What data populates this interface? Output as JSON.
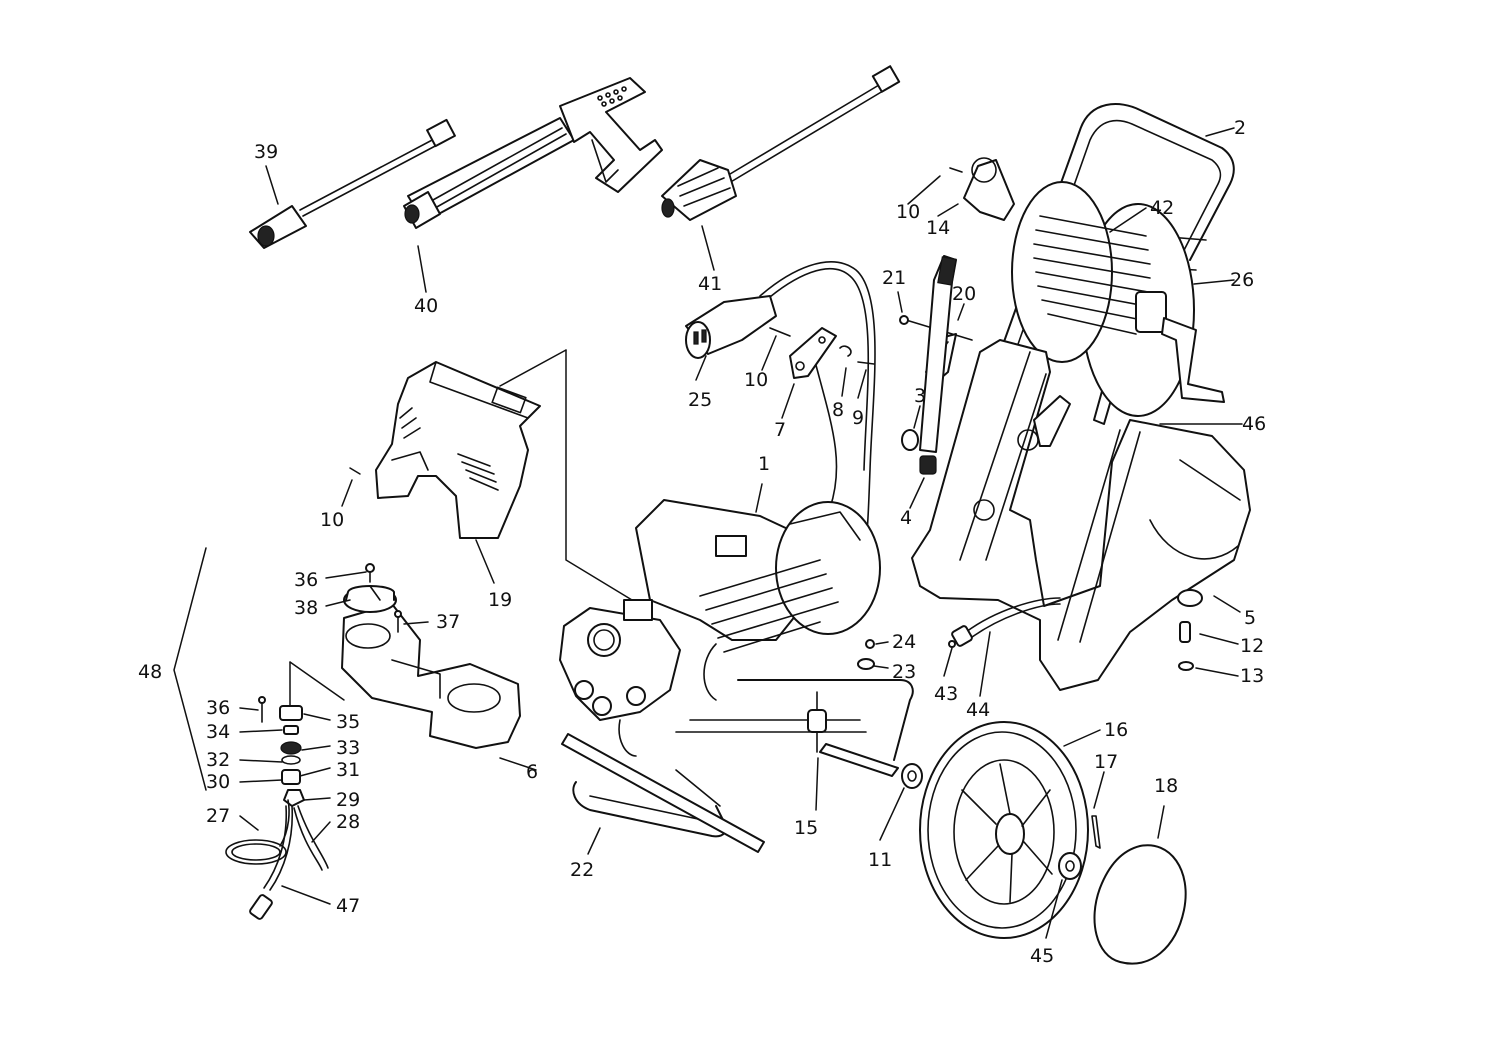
{
  "callouts": {
    "c1": "1",
    "c2": "2",
    "c3": "3",
    "c4": "4",
    "c5": "5",
    "c6": "6",
    "c7": "7",
    "c8": "8",
    "c9": "9",
    "c10": "10",
    "c11": "11",
    "c12": "12",
    "c13": "13",
    "c14": "14",
    "c15": "15",
    "c16": "16",
    "c17": "17",
    "c18": "18",
    "c19": "19",
    "c20": "20",
    "c21": "21",
    "c22": "22",
    "c23": "23",
    "c24": "24",
    "c25": "25",
    "c26": "26",
    "c27": "27",
    "c28": "28",
    "c29": "29",
    "c30": "30",
    "c31": "31",
    "c32": "32",
    "c33": "33",
    "c34": "34",
    "c35": "35",
    "c36": "36",
    "c37": "37",
    "c38": "38",
    "c39": "39",
    "c40": "40",
    "c41": "41",
    "c42": "42",
    "c43": "43",
    "c44": "44",
    "c45": "45",
    "c46": "46",
    "c47": "47",
    "c48": "48"
  },
  "colors": {
    "ink": "#111111",
    "paper": "#ffffff"
  }
}
